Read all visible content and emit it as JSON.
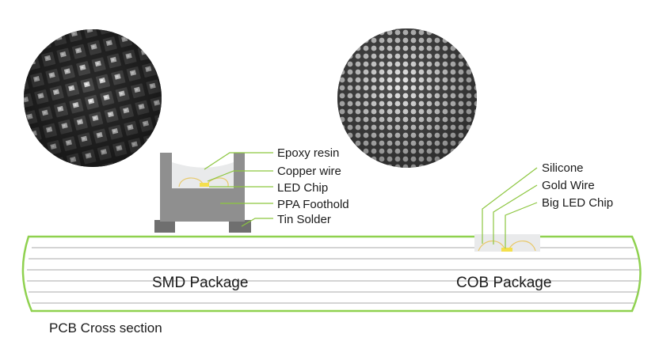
{
  "diagram": {
    "pcb_caption": "PCB Cross section",
    "smd": {
      "caption": "SMD Package",
      "labels": [
        "Epoxy resin",
        "Copper wire",
        "LED Chip",
        "PPA Foothold",
        "Tin Solder"
      ]
    },
    "cob": {
      "caption": "COB Package",
      "labels": [
        "Silicone",
        "Gold Wire",
        "Big LED Chip"
      ]
    },
    "colors": {
      "pcb_outline": "#8fd14f",
      "pcb_layer_line": "#a8a8a8",
      "leader_line": "#8cc63f",
      "chip": "#f4e04d",
      "wire": "#e8c96a",
      "package_body": "#8f8f8f",
      "solder": "#6f6f6f",
      "resin": "#e9eaeb",
      "smd_photo": "#3a3a3a",
      "cob_photo": "#555555"
    }
  }
}
